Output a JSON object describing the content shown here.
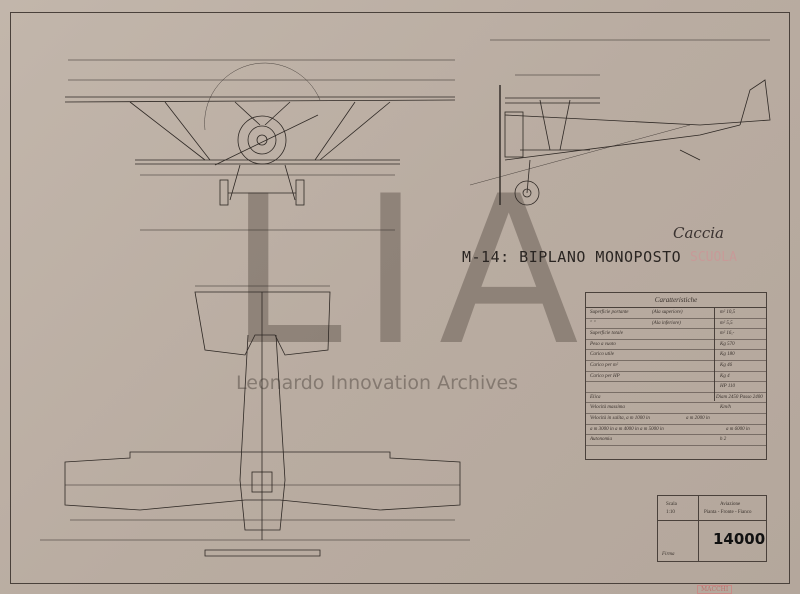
{
  "title": "M-14: BIPLANO MONOPOSTO",
  "title_erased": "SCUOLA",
  "annotation": "Caccia",
  "watermark": {
    "letters": "LIA",
    "text": "Leonardo Innovation Archives"
  },
  "characteristics": {
    "heading": "Caratteristiche",
    "rows": [
      {
        "label": "Superficie portante",
        "sub": "(Ala superiore)",
        "value": "m² 10,5"
      },
      {
        "label": "\"   \"",
        "sub": "(Ala inferiore)",
        "value": "m² 5,5"
      },
      {
        "label": "Superficie totale",
        "sub": "",
        "value": "m² 16,-"
      },
      {
        "label": "Peso a vuoto",
        "sub": "",
        "value": "Kg 570"
      },
      {
        "label": "Carico utile",
        "sub": "",
        "value": "Kg 180"
      },
      {
        "label": "Carico per m²",
        "sub": "",
        "value": "Kg 46"
      },
      {
        "label": "Carico per HP",
        "sub": "",
        "value": "Kg 4"
      },
      {
        "label": "",
        "sub": "",
        "value": "HP 110"
      },
      {
        "label": "Elica",
        "sub": "",
        "value": "Diam 2450 Passo 2400"
      },
      {
        "label": "Velocità massima",
        "sub": "",
        "value": "Km/h"
      },
      {
        "label": "Velocità in salita, a m 1000 in",
        "sub": "a m 2000 in",
        "value": ""
      },
      {
        "label": "a m 3000 in    a m 4000 in    a m 5000 in",
        "sub": "",
        "value": "a m 6000 in"
      },
      {
        "label": "Autonomia",
        "sub": "",
        "value": "h 2"
      }
    ]
  },
  "title_block": {
    "scale_label": "Scala",
    "scale": "1:10",
    "company": "Aviazione",
    "views": "Pianta - Fronte - Fianco",
    "drawing_number": "14000",
    "signature": "Firma"
  },
  "stamp": "MACCHI"
}
